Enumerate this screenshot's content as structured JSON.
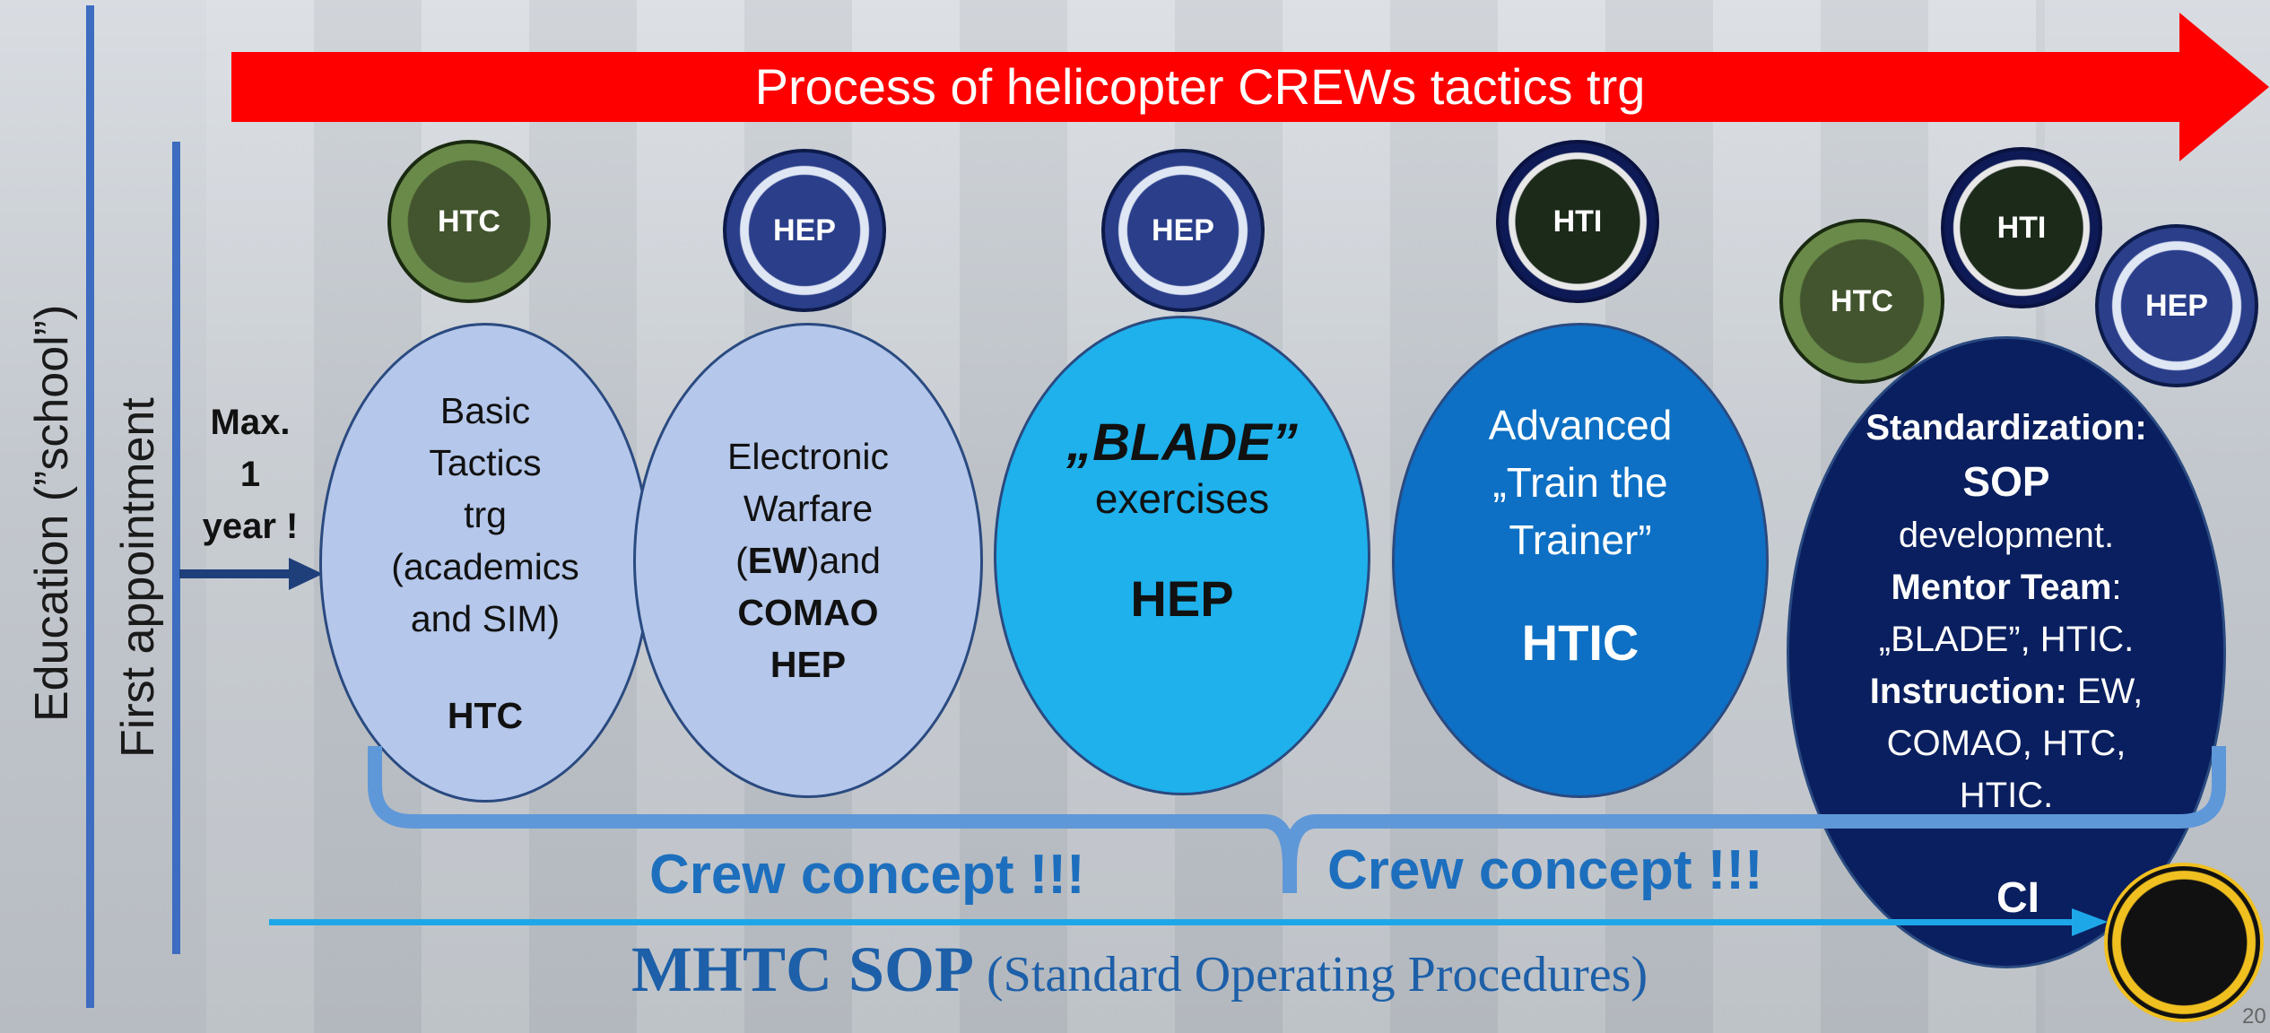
{
  "banner": {
    "text": "Process of helicopter CREWs tactics trg",
    "color": "#ff0000"
  },
  "left_labels": {
    "education": "Education (”school”)",
    "first_appointment": "First appointment"
  },
  "max_year": {
    "line1": "Max.",
    "line2": "1",
    "line3": "year !"
  },
  "stages": [
    {
      "lines": [
        "Basic",
        "Tactics",
        "trg",
        "(academics",
        "and  SIM)"
      ],
      "abbr": "HTC"
    },
    {
      "lines": [
        "Electronic",
        "Warfare"
      ],
      "ew_open": "(",
      "ew": "EW",
      "ew_close": ")and",
      "bold1": "COMAO",
      "bold2": "HEP"
    },
    {
      "title": "„BLADE”",
      "sub": "exercises",
      "abbr": "HEP"
    },
    {
      "lines": [
        "Advanced",
        "„Train the",
        "Trainer”"
      ],
      "abbr": "HTIC"
    },
    {
      "std": "Standardization:",
      "sop": "SOP",
      "dev": "development.",
      "mentor": "Mentor Team",
      "mentor_rest": ":",
      "mentor_text": "„BLADE”, HTIC.",
      "instr": "Instruction:",
      "instr_rest": " EW,",
      "instr_text1": "COMAO, HTC,",
      "instr_text2": "HTIC.",
      "abbr": "CI"
    }
  ],
  "badges": {
    "htc": "HTC",
    "hep": "HEP",
    "hti": "HTI"
  },
  "crew_concept": [
    "Crew concept !!!",
    "Crew concept !!!"
  ],
  "sop": {
    "bold": "MHTC SOP",
    "rest": " (Standard Operating Procedures)"
  },
  "page_number": "20",
  "colors": {
    "light_ellipse": "#b5c7ea",
    "cyan_ellipse": "#1eb1ec",
    "blue_ellipse": "#0d70c4",
    "navy_ellipse": "#0a1f5f",
    "accent_blue": "#1d6fbe"
  }
}
